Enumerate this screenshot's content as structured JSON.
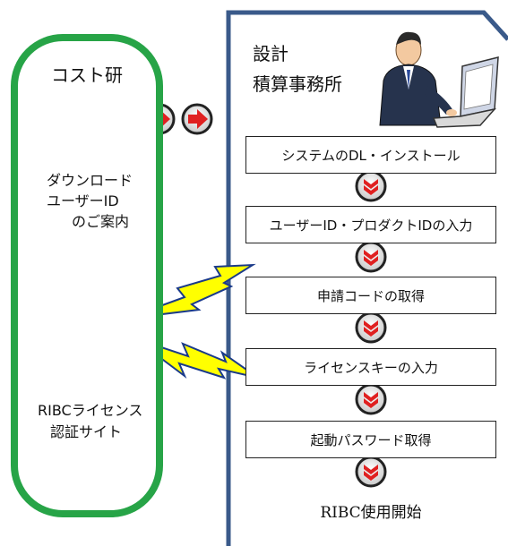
{
  "cost_lab": {
    "title": "コスト研",
    "download_notice": {
      "line1": "ダウンロード",
      "line2": "ユーザーID",
      "line3": "のご案内",
      "icon": "document-icon"
    },
    "license_site": {
      "line1": "RIBCライセンス",
      "line2": "認証サイト",
      "icon": "server-globe-icon"
    }
  },
  "office": {
    "title_line1": "設計",
    "title_line2": "積算事務所",
    "icon": "person-laptop-icon"
  },
  "steps": [
    "システムのDL・インストール",
    "ユーザーID・プロダクトIDの入力",
    "申請コードの取得",
    "ライセンスキーの入力",
    "起動パスワード取得"
  ],
  "final_step": "RIBC使用開始",
  "colors": {
    "panel_border": "#27a447",
    "office_border": "#3a5a8a",
    "arrow_red": "#e02020",
    "lightning_yellow": "#ffff00"
  }
}
